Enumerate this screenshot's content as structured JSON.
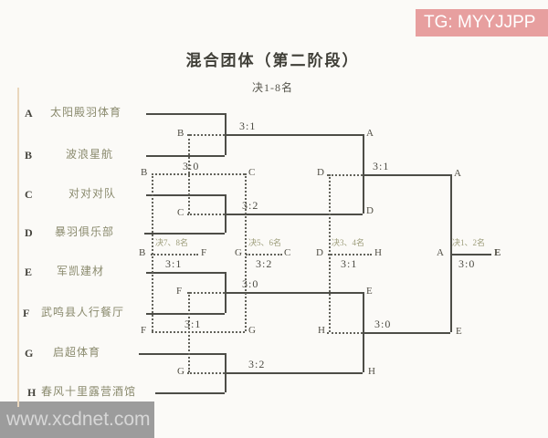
{
  "banners": {
    "top_right": "TG: MYYJJPP",
    "bottom_left": "www.xcdnet.com"
  },
  "title": "混合团体（第二阶段）",
  "subtitle": "决1-8名",
  "colors": {
    "top_banner_bg": "#e79f9f",
    "bottom_banner_bg": "#9c9c9c",
    "line": "#4d4d47",
    "team_name_text": "#8a8a6d"
  },
  "teams": [
    {
      "seed": "A",
      "name": "太阳殿羽体育"
    },
    {
      "seed": "B",
      "name": "波浪星航"
    },
    {
      "seed": "C",
      "name": "对对对队"
    },
    {
      "seed": "D",
      "name": "暴羽俱乐部"
    },
    {
      "seed": "E",
      "name": "军凯建材"
    },
    {
      "seed": "F",
      "name": "武鸣县人行餐厅"
    },
    {
      "seed": "G",
      "name": "启超体育"
    },
    {
      "seed": "H",
      "name": "春风十里露营酒馆"
    }
  ],
  "round1": [
    {
      "pair": "A-B",
      "winner": "A",
      "loser": "B",
      "score": "3:1"
    },
    {
      "pair": "C-D",
      "winner": "D",
      "loser": "C",
      "score": "3:2"
    },
    {
      "pair": "E-F",
      "winner": "E",
      "loser": "F",
      "score": "3:0"
    },
    {
      "pair": "G-H",
      "winner": "H",
      "loser": "G",
      "score": "3:2"
    }
  ],
  "semifinals": [
    {
      "pair": "A-D",
      "winner": "A",
      "loser": "D",
      "score": "3:1"
    },
    {
      "pair": "E-H",
      "winner": "E",
      "loser": "H",
      "score": "3:0"
    }
  ],
  "consolation_round": [
    {
      "left": "B",
      "right": "C",
      "score": "3:0"
    },
    {
      "left": "F",
      "right": "G",
      "score": "3:1"
    }
  ],
  "placement_matches": [
    {
      "title": "决7、8名",
      "left": "B",
      "right": "F",
      "score": "3:1"
    },
    {
      "title": "决5、6名",
      "left": "G",
      "right": "C",
      "score": "3:2"
    },
    {
      "title": "决3、4名",
      "left": "D",
      "right": "H",
      "score": "3:1"
    },
    {
      "title": "决1、2名",
      "left": "A",
      "right": "E",
      "score": "3:0"
    }
  ]
}
